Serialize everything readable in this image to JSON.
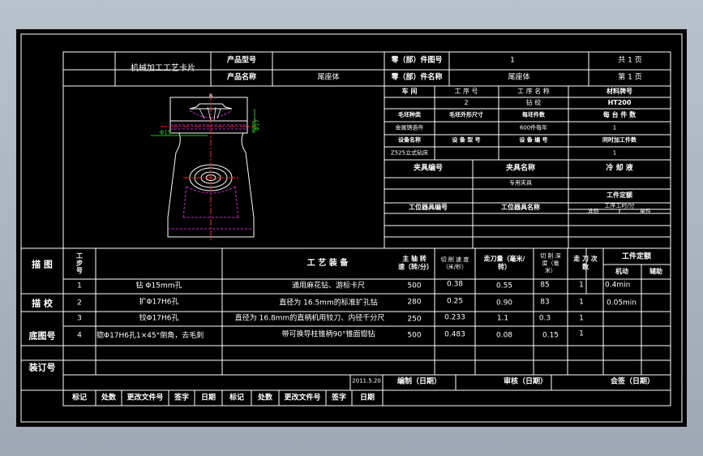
{
  "card": {
    "title": "机械加工工艺卡片",
    "product_model_label": "产品型号",
    "product_name_label": "产品名称",
    "product_name": "尾座体",
    "part_no_label": "零（部）件图号",
    "part_no": "1",
    "part_name_label": "零（部）件名称",
    "part_name": "尾座体",
    "total_pages": "共 1 页",
    "page_no": "第 1 页"
  },
  "info": {
    "workshop_label": "车 间",
    "op_no_label": "工 序 号",
    "op_name_label": "工 序 名 称",
    "material_label": "材料牌号",
    "op_no": "2",
    "op_name": "钻 绞",
    "material": "HT200",
    "blank_type_label": "毛坯种类",
    "blank_size_label": "毛坯外形尺寸",
    "blank_qty_label": "每坯件数",
    "per_unit_label": "每 台 件 数",
    "blank_type": "金属铸造件",
    "blank_qty": "600件每年",
    "per_unit": "1",
    "equip_name_label": "设备名称",
    "equip_model_label": "设 备 型 号",
    "equip_no_label": "设 备 编 号",
    "simul_label": "同时加工件数",
    "equip_name": "Z525立式钻床",
    "simul": "1",
    "fixture_no_label": "夹具编号",
    "fixture_name_label": "夹具名称",
    "coolant_label": "冷 却 液",
    "fixture_name": "专用夹具",
    "time_quota_label": "工件定额",
    "time_sub": "工序工时/分",
    "prep_label": "准终",
    "single_label": "单件",
    "station_no_label": "工位器具编号",
    "station_name_label": "工位器具名称"
  },
  "table": {
    "step_label": "工步号",
    "content_label": "工 艺 装 备",
    "speed_label": "主 轴 转 速（转/分）",
    "cut_speed_label": "切 削 速 度（米/秒）",
    "feed_label": "走刀量（毫米/转）",
    "depth_label": "切 削 深 度（毫米）",
    "passes_label": "走 刀 次 数",
    "time_label": "工件定额",
    "machine_label": "机动",
    "aux_label": "辅助",
    "rows": [
      {
        "step": "1",
        "content": "钻 Φ15mm孔",
        "equip": "通用麻花钻、游标卡尺",
        "speed": "500",
        "vc": "0.38",
        "feed": "0.55",
        "depth": "85",
        "passes": "1",
        "time": "0.4min"
      },
      {
        "step": "2",
        "content": "扩Φ17H6孔",
        "equip": "直径为 16.5mm的标准扩孔钻",
        "speed": "280",
        "vc": "0.25",
        "feed": "0.90",
        "depth": "83",
        "passes": "1",
        "time": "0.05min"
      },
      {
        "step": "3",
        "content": "铰Φ17H6孔",
        "equip": "直径为 16.8mm的直柄机用铰刀、内径千分尺",
        "speed": "250",
        "vc": "0.233",
        "feed": "1.1",
        "depth": "0.3",
        "passes": "1",
        "time": ""
      },
      {
        "step": "4",
        "content": "锪Φ17H6孔1×45°倒角，去毛刺",
        "equip": "带可换导柱锥柄90°锥面锪钻",
        "speed": "500",
        "vc": "0.483",
        "feed": "0.08",
        "depth": "0.15",
        "passes": "1",
        "time": ""
      }
    ]
  },
  "side": {
    "draw_label": "描 图",
    "check_label": "描 校",
    "base_no_label": "底图号",
    "bind_no_label": "装订号"
  },
  "footer": {
    "date": "2011.5.20",
    "compile_label": "编制（日期）",
    "review_label": "审核（日期）",
    "sign_label": "会签（日期）",
    "marks": [
      "标记",
      "处数",
      "更改文件号",
      "签字",
      "日期",
      "标记",
      "处数",
      "更改文件号",
      "签字",
      "日期"
    ]
  },
  "drawing": {
    "dim_label": "Φ15",
    "dim_label2": "Φ17",
    "dim_tag": "8"
  },
  "colors": {
    "background": "#000000",
    "lines": "#ffffff",
    "centerline": "#ff2020",
    "hidden": "#d020d0",
    "dimension": "#20c020"
  }
}
